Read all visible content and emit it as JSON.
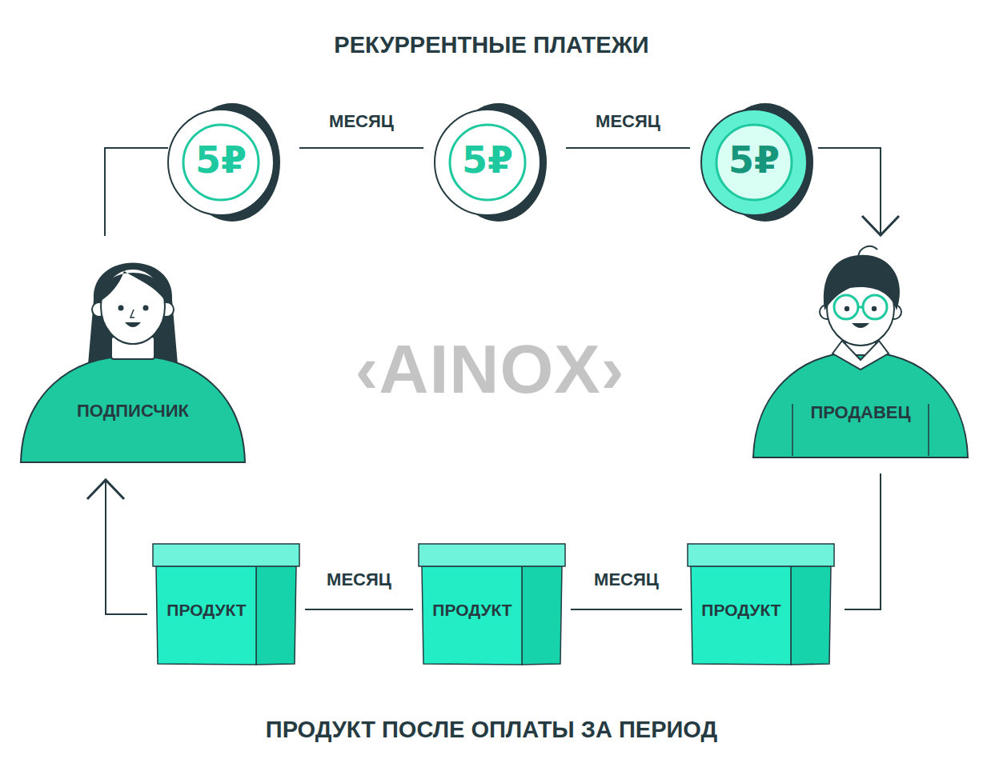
{
  "diagram": {
    "title": "РЕКУРРЕНТНЫЕ ПЛАТЕЖИ",
    "caption": "ПРОДУКТ ПОСЛЕ ОПЛАТЫ ЗА ПЕРИОД",
    "nodes": [
      {
        "text": [
          "5₽"
        ]
      },
      {
        "text": [
          "5₽"
        ]
      },
      {
        "text": [
          "5₽"
        ]
      },
      {
        "text": [
          "ПОДПИСЧИК"
        ]
      },
      {
        "text": [
          "ПРОДАВЕЦ"
        ]
      },
      {
        "text": [
          "ПРОДУКТ"
        ]
      },
      {
        "text": [
          "ПРОДУКТ"
        ]
      },
      {
        "text": [
          "ПРОДУКТ"
        ]
      }
    ],
    "edges": [
      {
        "from": 3,
        "to": 0,
        "arrow": "none"
      },
      {
        "from": 0,
        "to": 1,
        "label": "МЕСЯЦ",
        "arrow": "none"
      },
      {
        "from": 1,
        "to": 2,
        "label": "МЕСЯЦ",
        "arrow": "none"
      },
      {
        "from": 2,
        "to": 4,
        "arrow": "to"
      },
      {
        "from": 4,
        "to": 7,
        "arrow": "none"
      },
      {
        "from": 7,
        "to": 6,
        "label": "МЕСЯЦ",
        "arrow": "none"
      },
      {
        "from": 6,
        "to": 5,
        "label": "МЕСЯЦ",
        "arrow": "none"
      },
      {
        "from": 5,
        "to": 3,
        "arrow": "to"
      }
    ],
    "labels": [
      "‹AINOX›"
    ]
  }
}
